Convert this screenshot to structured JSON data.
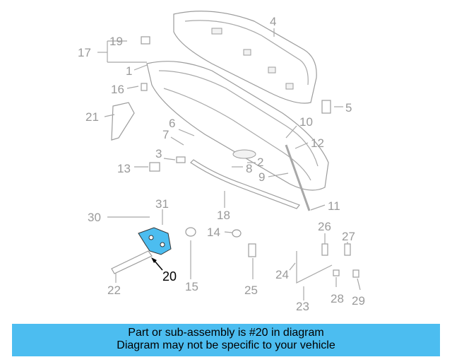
{
  "callouts": {
    "c1": "1",
    "c2": "2",
    "c3": "3",
    "c4": "4",
    "c5": "5",
    "c6": "6",
    "c7": "7",
    "c8": "8",
    "c9": "9",
    "c10": "10",
    "c11": "11",
    "c12": "12",
    "c13": "13",
    "c14": "14",
    "c15": "15",
    "c16": "16",
    "c17": "17",
    "c18": "18",
    "c19": "19",
    "c20": "20",
    "c21": "21",
    "c22": "22",
    "c23": "23",
    "c24": "24",
    "c25": "25",
    "c26": "26",
    "c27": "27",
    "c28": "28",
    "c29": "29",
    "c30": "30",
    "c31": "31"
  },
  "highlight": {
    "part": "20",
    "color": "#4cbdf0"
  },
  "banner": {
    "line1": "Part or sub-assembly is #20 in diagram",
    "line2": "Diagram may not be specific to your vehicle",
    "color": "#4cbdf0"
  }
}
